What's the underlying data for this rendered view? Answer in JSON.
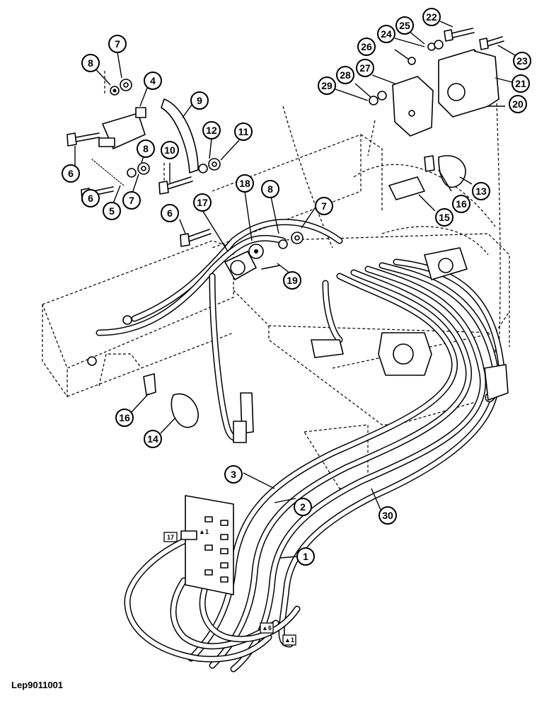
{
  "callouts": [
    {
      "id": "c7a",
      "label": "7"
    },
    {
      "id": "c8a",
      "label": "8"
    },
    {
      "id": "c4",
      "label": "4"
    },
    {
      "id": "c9",
      "label": "9"
    },
    {
      "id": "c6a",
      "label": "6"
    },
    {
      "id": "c8b",
      "label": "8"
    },
    {
      "id": "c7b",
      "label": "7"
    },
    {
      "id": "c6b",
      "label": "6"
    },
    {
      "id": "c5",
      "label": "5"
    },
    {
      "id": "c10",
      "label": "10"
    },
    {
      "id": "c12",
      "label": "12"
    },
    {
      "id": "c11",
      "label": "11"
    },
    {
      "id": "c6c",
      "label": "6"
    },
    {
      "id": "c17",
      "label": "17"
    },
    {
      "id": "c18",
      "label": "18"
    },
    {
      "id": "c8c",
      "label": "8"
    },
    {
      "id": "c7c",
      "label": "7"
    },
    {
      "id": "c19",
      "label": "19"
    },
    {
      "id": "c22",
      "label": "22"
    },
    {
      "id": "c25",
      "label": "25"
    },
    {
      "id": "c24",
      "label": "24"
    },
    {
      "id": "c26",
      "label": "26"
    },
    {
      "id": "c23",
      "label": "23"
    },
    {
      "id": "c27",
      "label": "27"
    },
    {
      "id": "c28",
      "label": "28"
    },
    {
      "id": "c29",
      "label": "29"
    },
    {
      "id": "c21",
      "label": "21"
    },
    {
      "id": "c20",
      "label": "20"
    },
    {
      "id": "c16a",
      "label": "16"
    },
    {
      "id": "c13",
      "label": "13"
    },
    {
      "id": "c15",
      "label": "15"
    },
    {
      "id": "c16b",
      "label": "16"
    },
    {
      "id": "c14",
      "label": "14"
    },
    {
      "id": "c3",
      "label": "3"
    },
    {
      "id": "c2",
      "label": "2"
    },
    {
      "id": "c30",
      "label": "30"
    },
    {
      "id": "c1",
      "label": "1"
    }
  ],
  "tags": {
    "harness_tag_1": "▲1",
    "harness_tag_6": "▲6",
    "harness_tag_end_1": "▲1",
    "connector_17": "17"
  },
  "drawing_reference": "Lep9011001"
}
